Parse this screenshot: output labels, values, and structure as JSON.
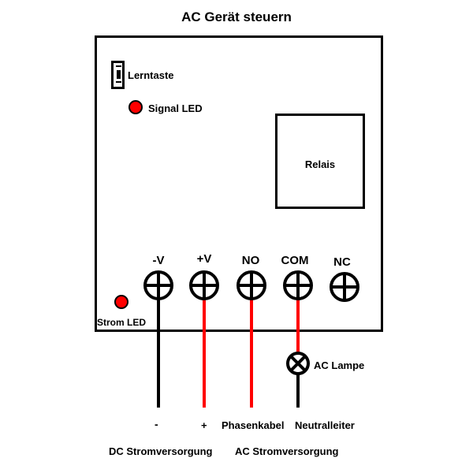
{
  "title": "AC Gerät steuern",
  "board": {
    "learn_button_label": "Lerntaste",
    "signal_led_label": "Signal LED",
    "relay_label": "Relais",
    "power_led_label": "Strom LED",
    "terminals": [
      {
        "label": "-V",
        "wire": "black"
      },
      {
        "label": "+V",
        "wire": "red"
      },
      {
        "label": "NO",
        "wire": "red"
      },
      {
        "label": "COM",
        "wire": "red"
      },
      {
        "label": "NC",
        "wire": "none"
      }
    ]
  },
  "lamp_label": "AC Lampe",
  "wire_ends": {
    "minus": "-",
    "plus": "+",
    "phase": "Phasenkabel",
    "neutral": "Neutralleiter"
  },
  "supplies": {
    "dc": "DC Stromversorgung",
    "ac": "AC Stromversorgung"
  },
  "colors": {
    "red": "#ff0000",
    "black": "#000000"
  }
}
